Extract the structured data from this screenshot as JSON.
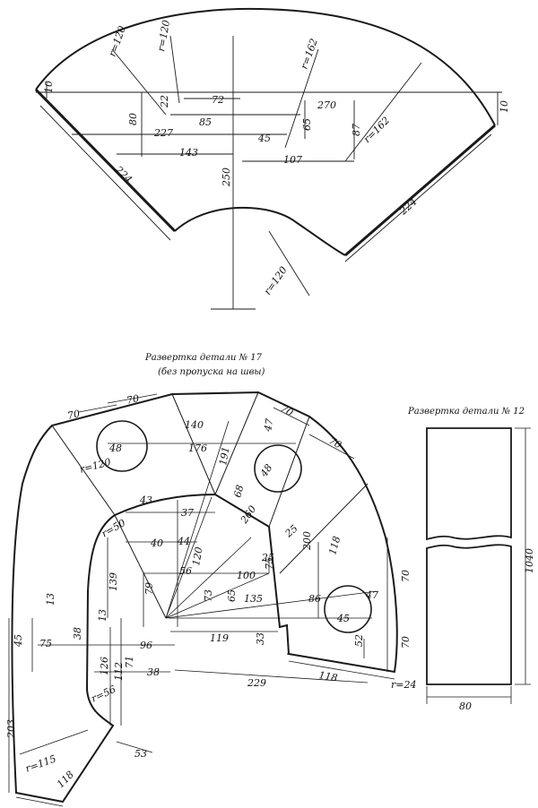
{
  "figure_top": {
    "dimensions": [
      "r=120",
      "r=120",
      "r=162",
      "r=162",
      "r=120",
      "72",
      "270",
      "85",
      "227",
      "143",
      "45",
      "107",
      "80",
      "22",
      "65",
      "87",
      "250",
      "224",
      "224",
      "10",
      "10"
    ]
  },
  "figure_left": {
    "title": "Развертка детали № 17",
    "subtitle": "(без пропуска на швы)",
    "dimensions": [
      "70",
      "70",
      "70",
      "70",
      "140",
      "176",
      "48",
      "48",
      "191",
      "47",
      "r=120",
      "43",
      "68",
      "260",
      "37",
      "25",
      "r=50",
      "40",
      "44",
      "120",
      "56",
      "100",
      "139",
      "79",
      "73",
      "65",
      "135",
      "86",
      "47",
      "45",
      "13",
      "13",
      "45",
      "75",
      "38",
      "96",
      "119",
      "33",
      "52",
      "70",
      "126",
      "71",
      "112",
      "38",
      "r=56",
      "229",
      "118",
      "r=24",
      "203",
      "53",
      "r=115",
      "118",
      "200",
      "118",
      "75",
      "70",
      "25"
    ]
  },
  "figure_right": {
    "title": "Развертка детали № 12",
    "dimensions": [
      "1040",
      "80"
    ]
  }
}
